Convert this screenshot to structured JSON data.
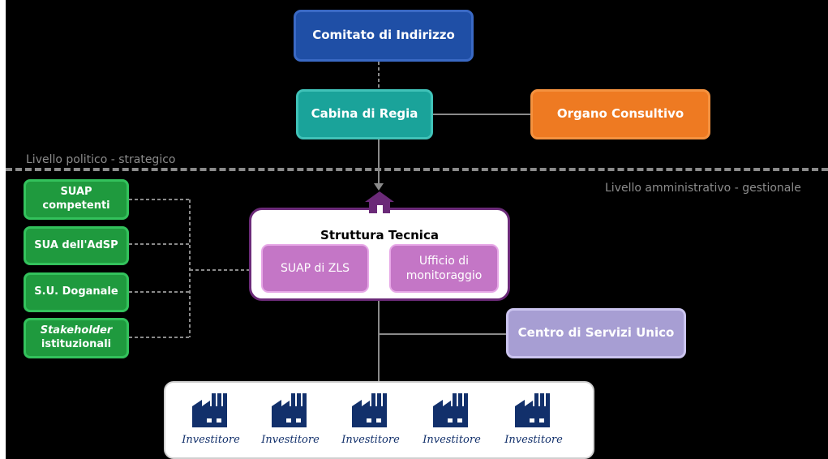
{
  "levels": {
    "political": "Livello politico - strategico",
    "administrative": "Livello amministrativo - gestionale"
  },
  "nodes": {
    "comitato": "Comitato di Indirizzo",
    "cabina": "Cabina di Regia",
    "organo": "Organo Consultivo",
    "struttura": "Struttura Tecnica",
    "suap_zls": "SUAP di ZLS",
    "ufficio": [
      "Ufficio di",
      "monitoraggio"
    ],
    "centro": "Centro di Servizi Unico"
  },
  "left_boxes": [
    {
      "lines": [
        "SUAP",
        "competenti"
      ]
    },
    {
      "lines": [
        "SUA dell'AdSP"
      ]
    },
    {
      "lines": [
        "S.U. Doganale"
      ]
    },
    {
      "lines": [
        "Stakeholder",
        "istituzionali"
      ]
    }
  ],
  "investors": [
    "Investitore",
    "Investitore",
    "Investitore",
    "Investitore",
    "Investitore"
  ],
  "icons": {
    "home": "home-icon",
    "factory": "factory-icon"
  },
  "colors": {
    "background": "#000000",
    "blue": "#1f4fa6",
    "teal": "#1aa39a",
    "orange": "#ee7a22",
    "green": "#1f9a3e",
    "purple": "#6b2a78",
    "pink": "#c476c6",
    "lavender": "#a79ed3",
    "investor_icon": "#12306b"
  }
}
